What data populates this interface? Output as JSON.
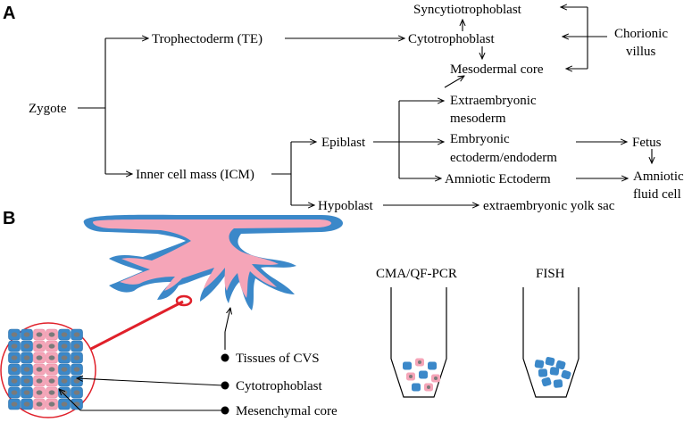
{
  "panel_a": {
    "letter": "A",
    "labels": {
      "zygote": "Zygote",
      "trophectoderm": "Trophectoderm (TE)",
      "syncytiotrophoblast": "Syncytiotrophoblast",
      "cytotrophoblast": "Cytotrophoblast",
      "chorionic_villus_line1": "Chorionic",
      "chorionic_villus_line2": "villus",
      "mesodermal_core": "Mesodermal core",
      "extraembryonic_mesoderm_line1": "Extraembryonic",
      "extraembryonic_mesoderm_line2": "mesoderm",
      "epiblast": "Epiblast",
      "embryonic_line1": "Embryonic",
      "embryonic_line2": "ectoderm/endoderm",
      "fetus": "Fetus",
      "inner_cell_mass": "Inner cell mass (ICM)",
      "amniotic_ectoderm": "Amniotic Ectoderm",
      "amniotic_fluid_line1": "Amniotic",
      "amniotic_fluid_line2": "fluid cell",
      "hypoblast": "Hypoblast",
      "yolk_sac": "extraembryonic yolk sac"
    }
  },
  "panel_b": {
    "letter": "B",
    "tube_labels": {
      "cma": "CMA/QF-PCR",
      "fish": "FISH"
    },
    "legend": {
      "tissues": "Tissues of CVS",
      "cytotrophoblast": "Cytotrophoblast",
      "mesenchymal": "Mesenchymal core"
    },
    "colors": {
      "villus_outer": "#3b88c9",
      "villus_inner": "#f5a5b8",
      "zoom_circle": "#e0202a",
      "cell_nucleus": "#7a7a7a"
    }
  }
}
